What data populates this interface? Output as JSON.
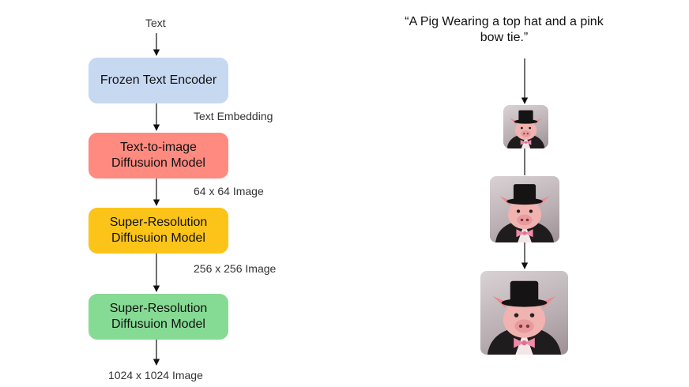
{
  "pipeline": {
    "input_label": "Text",
    "stages": [
      {
        "label": "Frozen Text Encoder",
        "color": "#c7d8f1"
      },
      {
        "label": "Text-to-image\nDiffusuion Model",
        "color": "#ff8a80"
      },
      {
        "label": "Super-Resolution\nDiffusuion Model",
        "color": "#fcc419"
      },
      {
        "label": "Super-Resolution\nDiffusuion Model",
        "color": "#86db94"
      }
    ],
    "edge_labels": [
      "Text Embedding",
      "64 x 64 Image",
      "256 x 256 Image"
    ],
    "output_label": "1024 x 1024 Image"
  },
  "example": {
    "prompt": "“A Pig Wearing a top hat and a pink\nbow tie.”",
    "images": [
      "pig-small-image",
      "pig-medium-image",
      "pig-large-image"
    ]
  }
}
